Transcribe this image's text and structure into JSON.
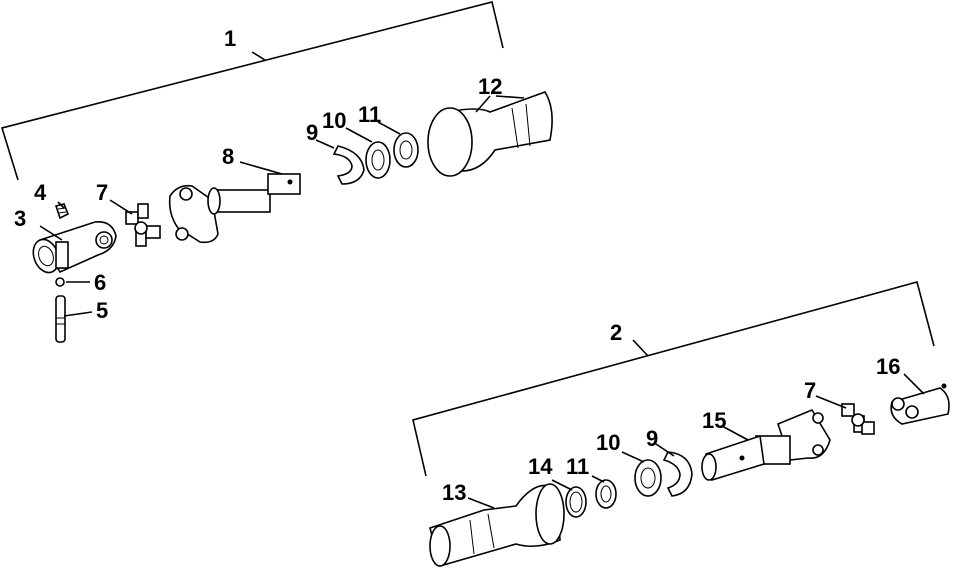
{
  "callouts": {
    "c1": "1",
    "c2": "2",
    "c3": "3",
    "c4": "4",
    "c5": "5",
    "c6": "6",
    "c7a": "7",
    "c7b": "7",
    "c8": "8",
    "c9a": "9",
    "c9b": "9",
    "c10a": "10",
    "c10b": "10",
    "c11a": "11",
    "c11b": "11",
    "c12": "12",
    "c13": "13",
    "c14": "14",
    "c15": "15",
    "c16": "16"
  }
}
